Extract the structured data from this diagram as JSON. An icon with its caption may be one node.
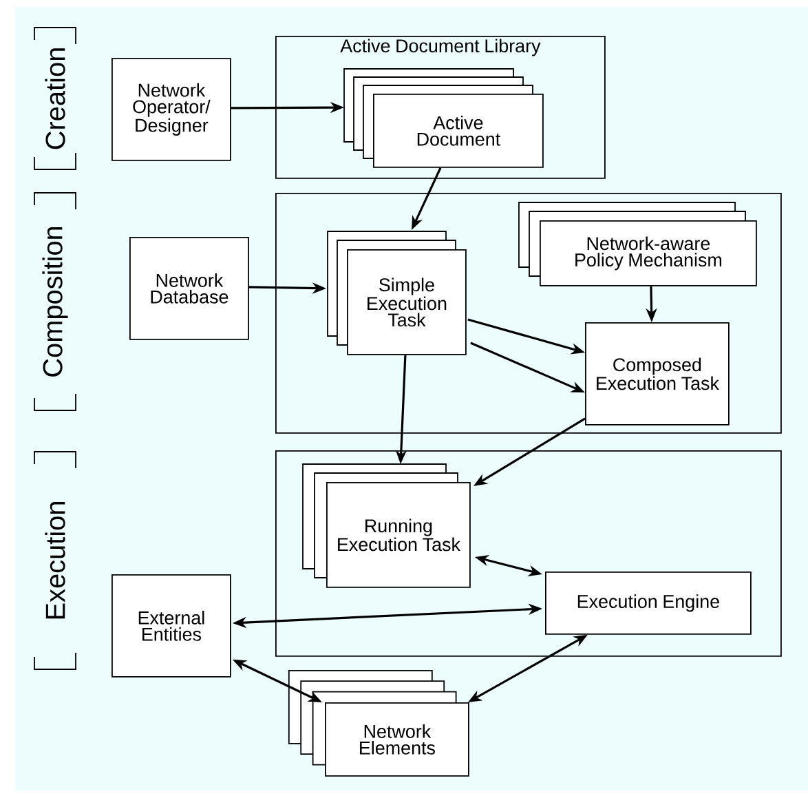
{
  "diagram": {
    "nodes": [
      {
        "text": [
          "Network Operator/ Designer"
        ]
      },
      {
        "text": [
          "Active Document Library"
        ]
      },
      {
        "text": [
          "Active Document"
        ],
        "in": 1
      },
      {
        "text": [
          "Network Database"
        ]
      },
      {
        "text": [],
        "shape": "box"
      },
      {
        "text": [
          "Simple Execution Task"
        ],
        "in": 4
      },
      {
        "text": [
          "Network-aware Policy Mechanism"
        ],
        "in": 4
      },
      {
        "text": [
          "Composed Execution Task"
        ],
        "in": 4
      },
      {
        "text": [],
        "shape": "box"
      },
      {
        "text": [
          "Running Execution Task"
        ],
        "in": 8
      },
      {
        "text": [
          "Execution Engine"
        ],
        "in": 8
      },
      {
        "text": [
          "External Entities"
        ]
      },
      {
        "text": [
          "Network Elements"
        ]
      }
    ],
    "edges": [
      {
        "from": 0,
        "to": 2,
        "arrow": "to"
      },
      {
        "from": 2,
        "to": 5,
        "arrow": "to"
      },
      {
        "from": 3,
        "to": 5,
        "arrow": "to"
      },
      {
        "from": 6,
        "to": 7,
        "arrow": "to"
      },
      {
        "from": 5,
        "to": 7,
        "arrow": "to"
      },
      {
        "from": 5,
        "to": 7,
        "arrow": "to"
      },
      {
        "from": 5,
        "to": 9,
        "arrow": "to"
      },
      {
        "from": 7,
        "to": 9,
        "arrow": "to"
      },
      {
        "from": 9,
        "to": 10,
        "arrow": "both"
      },
      {
        "from": 11,
        "to": 10,
        "arrow": "both"
      },
      {
        "from": 11,
        "to": 12,
        "arrow": "both"
      },
      {
        "from": 12,
        "to": 10,
        "arrow": "both"
      }
    ],
    "labels": [
      "Creation",
      "Composition",
      "Execution"
    ]
  }
}
